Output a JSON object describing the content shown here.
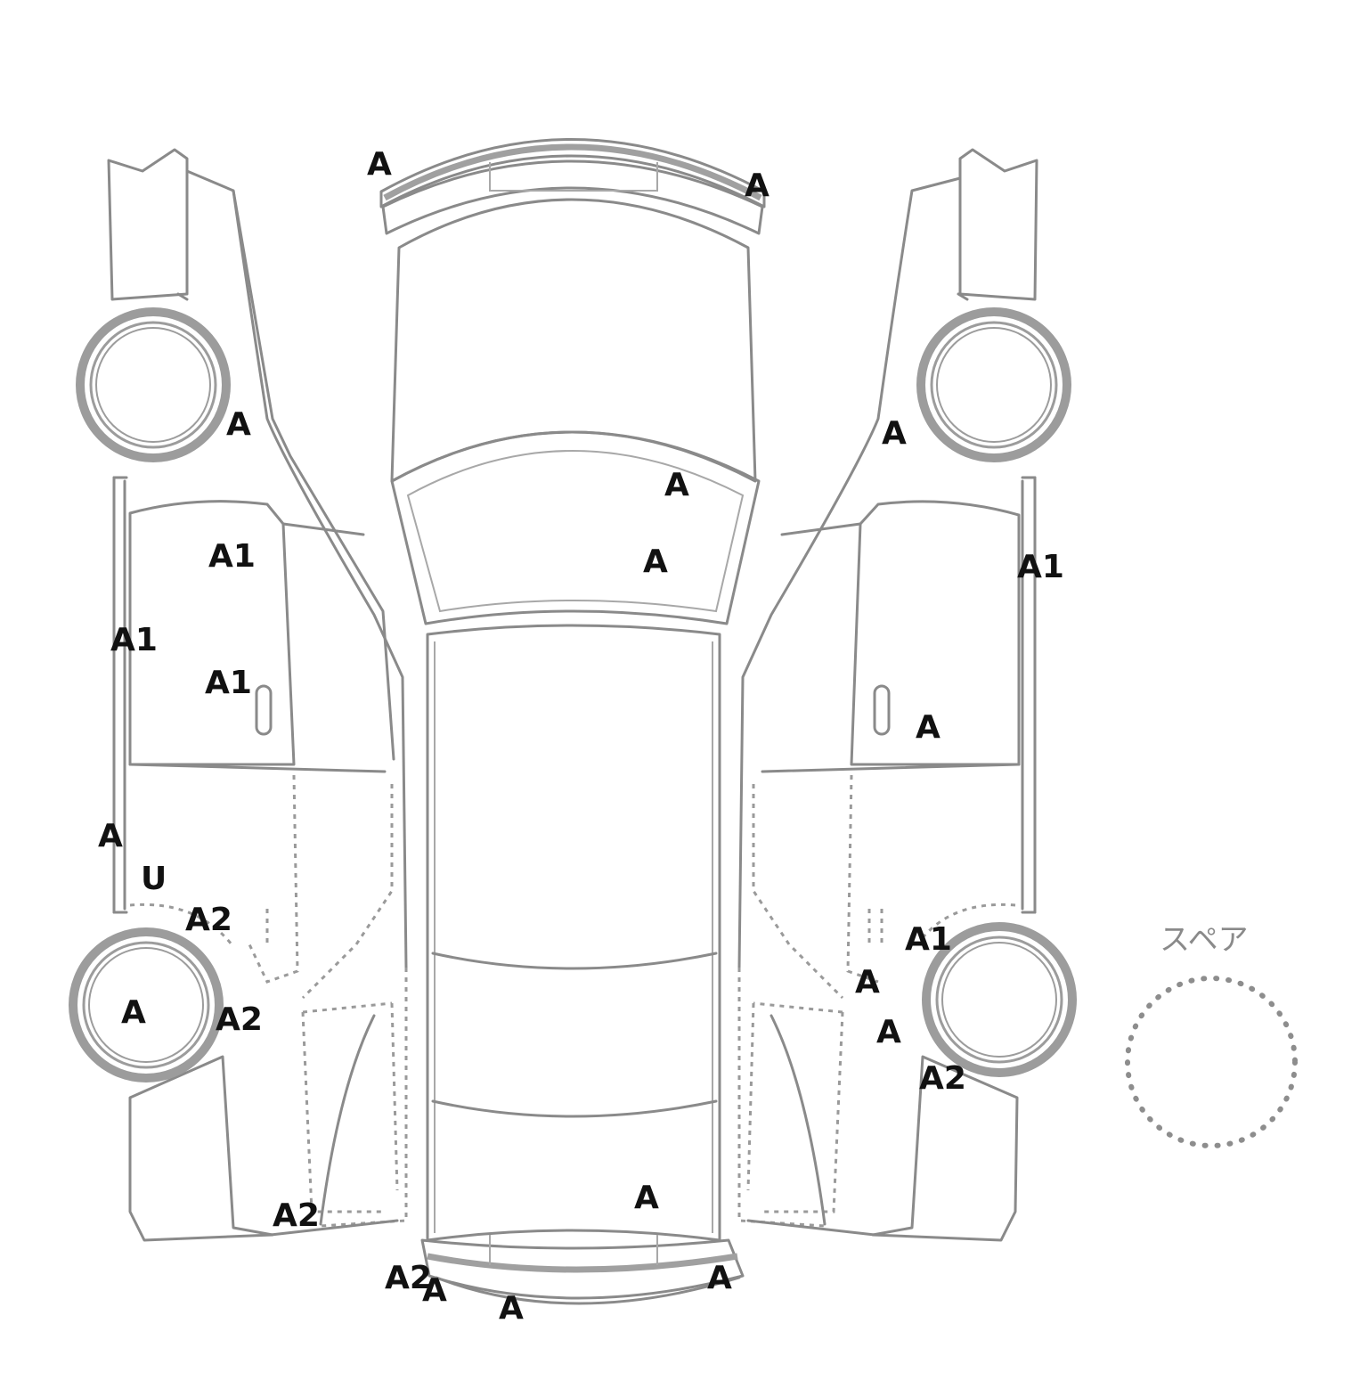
{
  "spare": {
    "label": "スペア"
  },
  "damage_marks": [
    {
      "id": "rear-bumper-left",
      "code": "A"
    },
    {
      "id": "rear-bumper-right",
      "code": "A"
    },
    {
      "id": "left-front-tire",
      "code": "A"
    },
    {
      "id": "left-front-door-upper",
      "code": "A1"
    },
    {
      "id": "left-sill",
      "code": "A1"
    },
    {
      "id": "left-front-door-lower",
      "code": "A1"
    },
    {
      "id": "left-rear-quarter-upper",
      "code": "A"
    },
    {
      "id": "left-rear-quarter-lower",
      "code": "U"
    },
    {
      "id": "left-rear-fender",
      "code": "A2"
    },
    {
      "id": "left-rear-wheel",
      "code": "A"
    },
    {
      "id": "left-rear-arch",
      "code": "A2"
    },
    {
      "id": "left-front-fender-low",
      "code": "A2"
    },
    {
      "id": "rear-glass-upper",
      "code": "A"
    },
    {
      "id": "rear-glass-lower",
      "code": "A"
    },
    {
      "id": "hood-front",
      "code": "A"
    },
    {
      "id": "front-bumper-a2",
      "code": "A2"
    },
    {
      "id": "front-bumper-a-left",
      "code": "A"
    },
    {
      "id": "front-bumper-center",
      "code": "A"
    },
    {
      "id": "front-bumper-right",
      "code": "A"
    },
    {
      "id": "right-front-tire",
      "code": "A"
    },
    {
      "id": "right-sill",
      "code": "A1"
    },
    {
      "id": "right-front-door",
      "code": "A"
    },
    {
      "id": "right-rear-fender",
      "code": "A1"
    },
    {
      "id": "right-rear-quarter-upper",
      "code": "A"
    },
    {
      "id": "right-rear-quarter-lower",
      "code": "A"
    },
    {
      "id": "right-rear-arch",
      "code": "A2"
    }
  ]
}
